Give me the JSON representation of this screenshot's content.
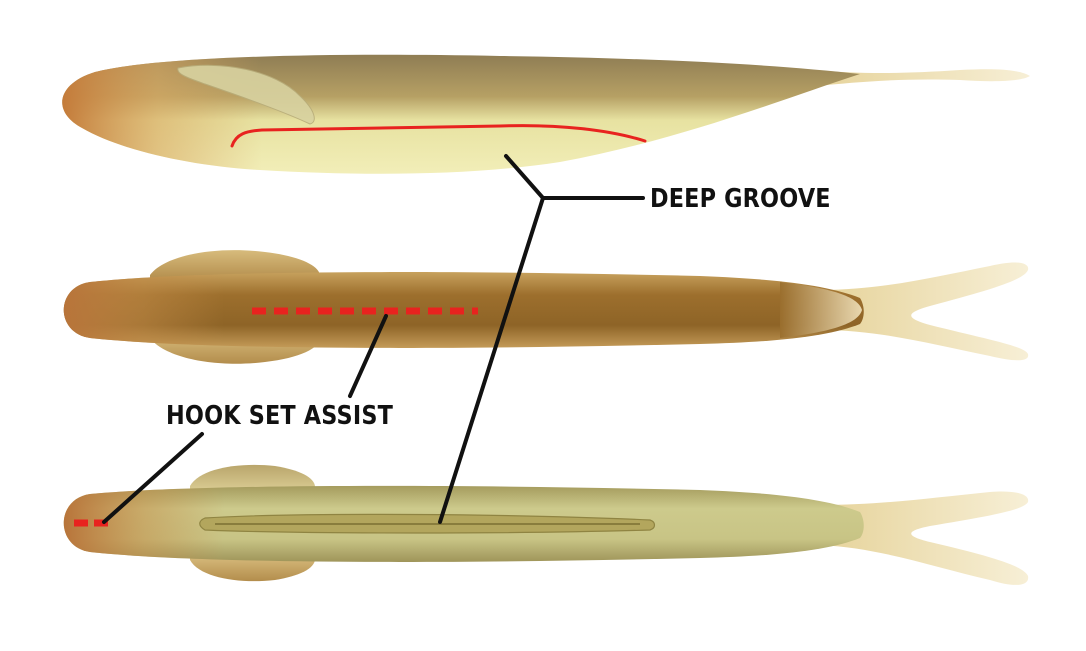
{
  "labels": {
    "deep_groove": "DEEP GROOVE",
    "hook_set_assist": "HOOK SET ASSIST"
  },
  "colors": {
    "background": "#ffffff",
    "callout_line": "#111111",
    "highlight_red": "#e8231f",
    "bait_side_top": "#a88a52",
    "bait_side_belly": "#eee9a8",
    "bait_top_body": "#9c7431",
    "bait_bottom_body": "#c9c687",
    "tail": "#f3e8c8"
  },
  "views": [
    "side-view",
    "top-view",
    "bottom-view"
  ]
}
